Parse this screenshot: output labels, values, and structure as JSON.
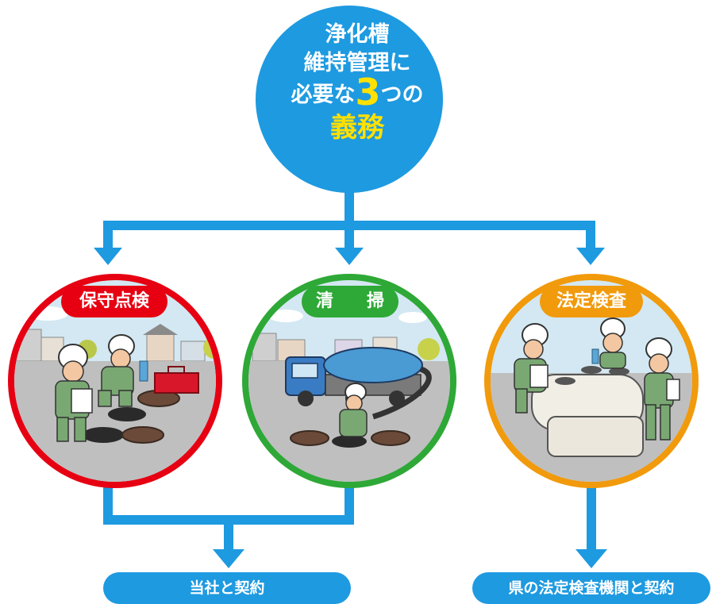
{
  "center": {
    "line1": "浄化槽",
    "line2": "維持管理に",
    "line3_pre": "必要な",
    "line3_num": "3",
    "line3_post": "つの",
    "line4": "義務"
  },
  "duties": [
    {
      "label": "保守点検",
      "color": "#e60012"
    },
    {
      "label_a": "清",
      "label_b": "掃",
      "color": "#2ea836"
    },
    {
      "label": "法定検査",
      "color": "#f19a0c"
    }
  ],
  "results": {
    "left": "当社と契約",
    "right": "県の法定検査機関と契約"
  },
  "colors": {
    "blue": "#1e9ae0",
    "yellow": "#ffe100"
  }
}
